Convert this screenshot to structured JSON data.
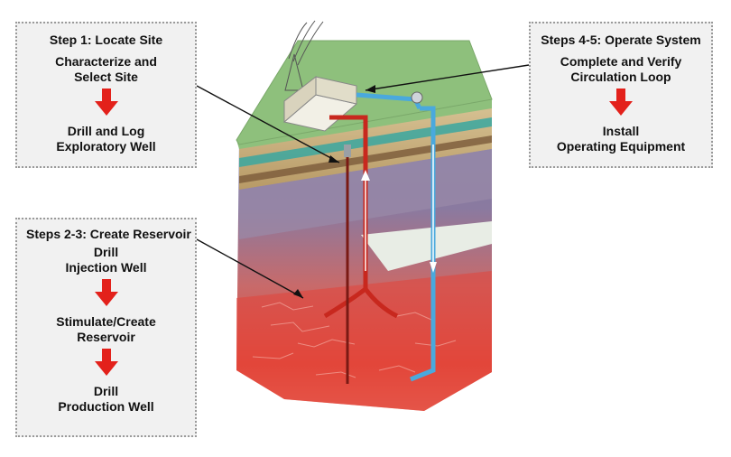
{
  "step1": {
    "title_strong": "Step 1:",
    "title_rest": " Locate Site",
    "items": [
      "Characterize and\nSelect Site",
      "Drill and Log\nExploratory Well"
    ]
  },
  "step23": {
    "title_strong": "Steps 2-3:",
    "title_rest": " Create Reservoir",
    "items": [
      "Drill\nInjection Well",
      "Stimulate/Create\nReservoir",
      "Drill\nProduction Well"
    ]
  },
  "step45": {
    "title_strong": "Steps 4-5:",
    "title_rest": " Operate System",
    "items": [
      "Complete and Verify\nCirculation Loop",
      "Install\nOperating Equipment"
    ]
  },
  "colors": {
    "arrow_red": "#e3211b",
    "injection_pipe": "#4aa9dd",
    "production_pipe": "#c8281e",
    "surface_green": "#8ec07c",
    "box_fill": "#f1f1f1"
  }
}
